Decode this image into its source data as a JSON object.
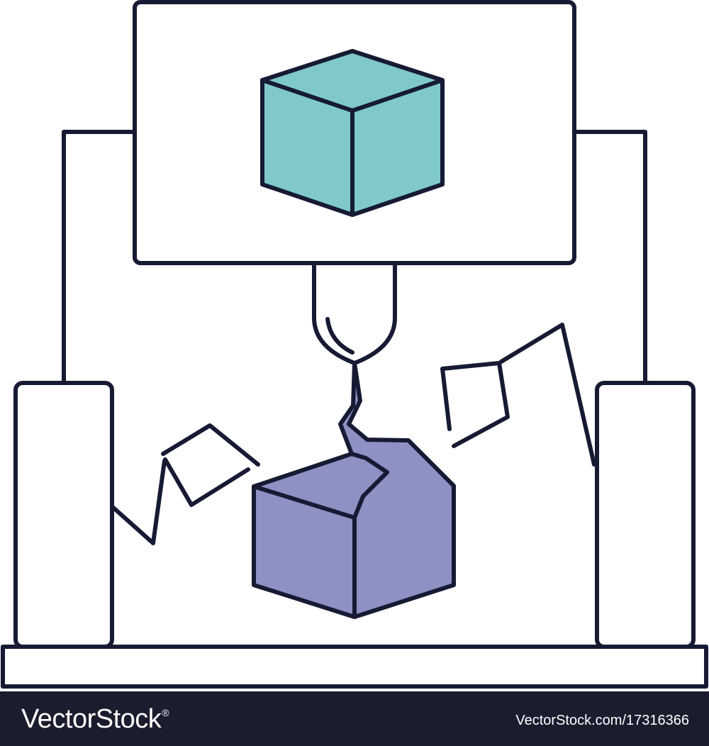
{
  "illustration": {
    "colors": {
      "outline": "#161a33",
      "screen_cube_fill": "#7fc9cb",
      "printed_cube_fill": "#8e91c4",
      "background": "#ffffff"
    },
    "icons": [
      "3d-printer",
      "cube-on-screen",
      "printed-cube",
      "robotic-arm-left",
      "robotic-arm-right"
    ]
  },
  "footer": {
    "brand": "VectorStock",
    "brand_mark": "®",
    "image_id": "VectorStock.com/17316366",
    "background": "#1b1c2e"
  }
}
